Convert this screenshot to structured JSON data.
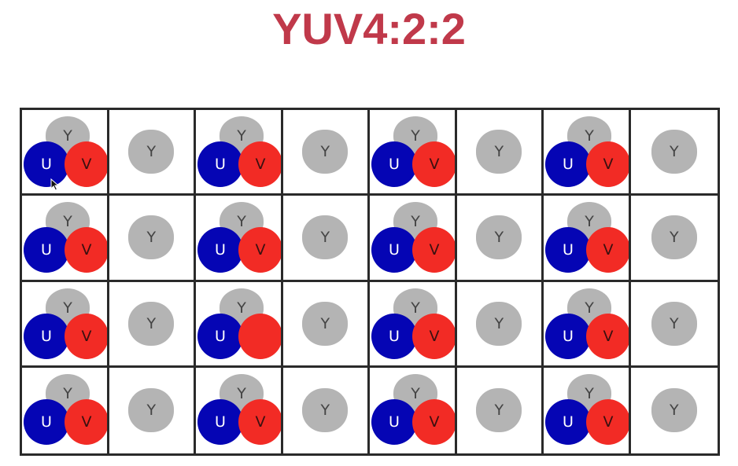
{
  "title": "YUV4:2:2",
  "colors": {
    "title": "#c0394a",
    "y": "#b4b4b4",
    "u": "#0505b4",
    "v": "#f22b25",
    "grid": "#2a2a2a"
  },
  "labels": {
    "y": "Y",
    "u": "U",
    "v": "V"
  },
  "grid": {
    "rows": 4,
    "cols": 8,
    "pattern": [
      "yuv",
      "y",
      "yuv",
      "y",
      "yuv",
      "y",
      "yuv",
      "y"
    ],
    "hidden_labels": [
      {
        "row": 2,
        "col": 2,
        "channel": "v"
      }
    ]
  }
}
